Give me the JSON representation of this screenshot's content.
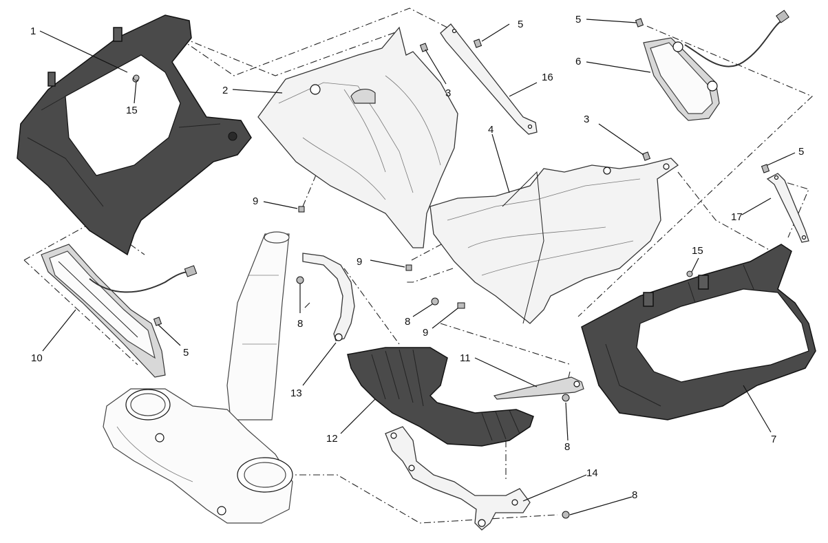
{
  "callouts": [
    {
      "id": "c1",
      "text": "1"
    },
    {
      "id": "c2",
      "text": "2"
    },
    {
      "id": "c3a",
      "text": "3"
    },
    {
      "id": "c3b",
      "text": "3"
    },
    {
      "id": "c4",
      "text": "4"
    },
    {
      "id": "c5a",
      "text": "5"
    },
    {
      "id": "c5b",
      "text": "5"
    },
    {
      "id": "c5c",
      "text": "5"
    },
    {
      "id": "c5d",
      "text": "5"
    },
    {
      "id": "c6",
      "text": "6"
    },
    {
      "id": "c7",
      "text": "7"
    },
    {
      "id": "c8a",
      "text": "8"
    },
    {
      "id": "c8b",
      "text": "8"
    },
    {
      "id": "c8c",
      "text": "8"
    },
    {
      "id": "c8d",
      "text": "8"
    },
    {
      "id": "c9a",
      "text": "9"
    },
    {
      "id": "c9b",
      "text": "9"
    },
    {
      "id": "c9c",
      "text": "9"
    },
    {
      "id": "c10",
      "text": "10"
    },
    {
      "id": "c11",
      "text": "11"
    },
    {
      "id": "c12",
      "text": "12"
    },
    {
      "id": "c13",
      "text": "13"
    },
    {
      "id": "c14",
      "text": "14"
    },
    {
      "id": "c15a",
      "text": "15"
    },
    {
      "id": "c15b",
      "text": "15"
    },
    {
      "id": "c16",
      "text": "16"
    },
    {
      "id": "c17",
      "text": "17"
    }
  ]
}
